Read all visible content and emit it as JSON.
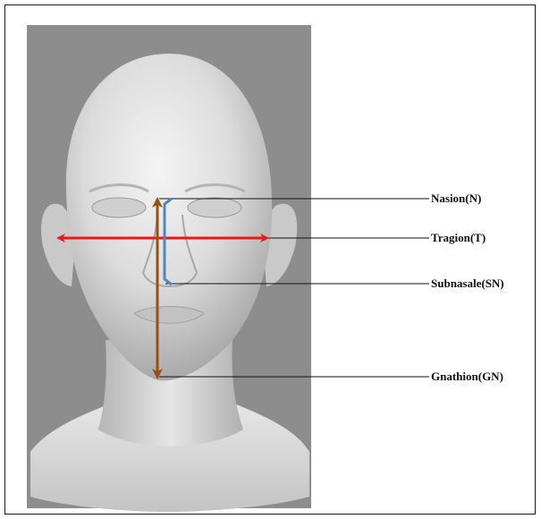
{
  "landmarks": {
    "nasion": "Nasion(N)",
    "tragion": "Tragion(T)",
    "subnasale": "Subnasale(SN)",
    "gnathion": "Gnathion(GN)"
  },
  "colors": {
    "background_panel": "#8c8c8c",
    "tragion_arrow": "#e51b1b",
    "nasion_gnathion_arrow": "#9a4f12",
    "nasion_subnasale_arrow": "#4f86c6",
    "leader_line": "#111111"
  }
}
